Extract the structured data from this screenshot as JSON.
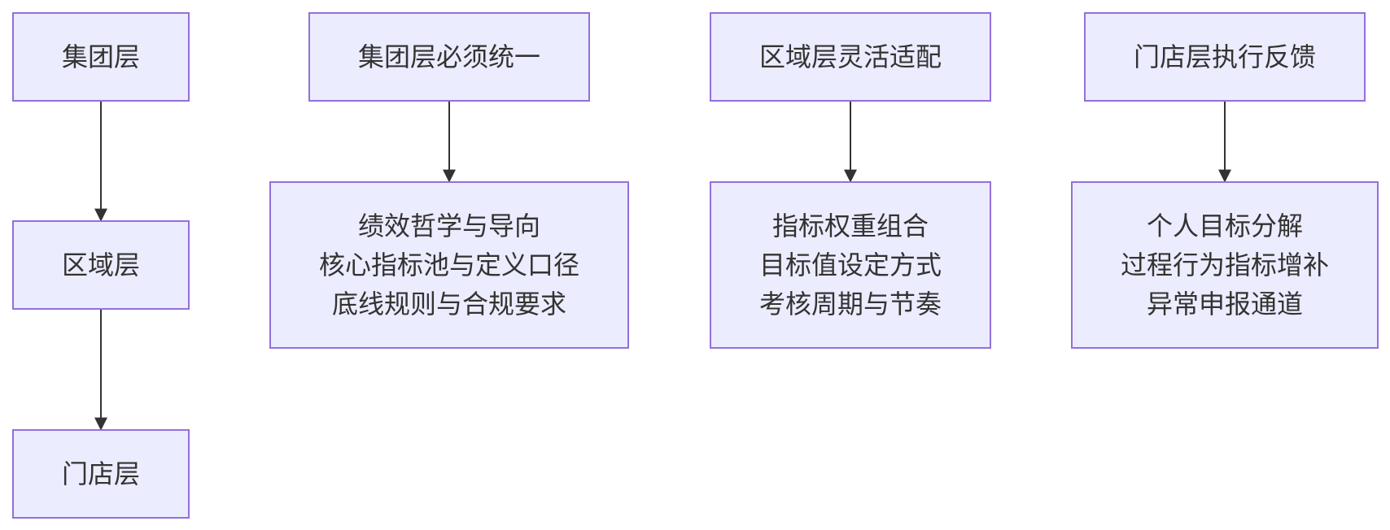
{
  "colors": {
    "node_fill": "#ececff",
    "node_border": "#9370db",
    "edge": "#333333",
    "text": "#333333"
  },
  "hierarchy": {
    "group": "集团层",
    "region": "区域层",
    "store": "门店层"
  },
  "columns": [
    {
      "header": "集团层必须统一",
      "items": [
        "绩效哲学与导向",
        "核心指标池与定义口径",
        "底线规则与合规要求"
      ]
    },
    {
      "header": "区域层灵活适配",
      "items": [
        "指标权重组合",
        "目标值设定方式",
        "考核周期与节奏"
      ]
    },
    {
      "header": "门店层执行反馈",
      "items": [
        "个人目标分解",
        "过程行为指标增补",
        "异常申报通道"
      ]
    }
  ]
}
